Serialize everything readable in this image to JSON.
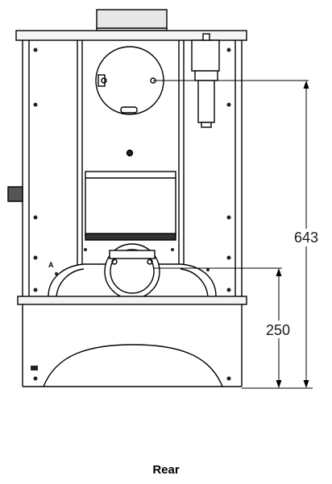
{
  "figure": {
    "caption": "Rear",
    "dimensions": {
      "total_height": "643",
      "flue_height": "250"
    },
    "marker_label": "A"
  }
}
